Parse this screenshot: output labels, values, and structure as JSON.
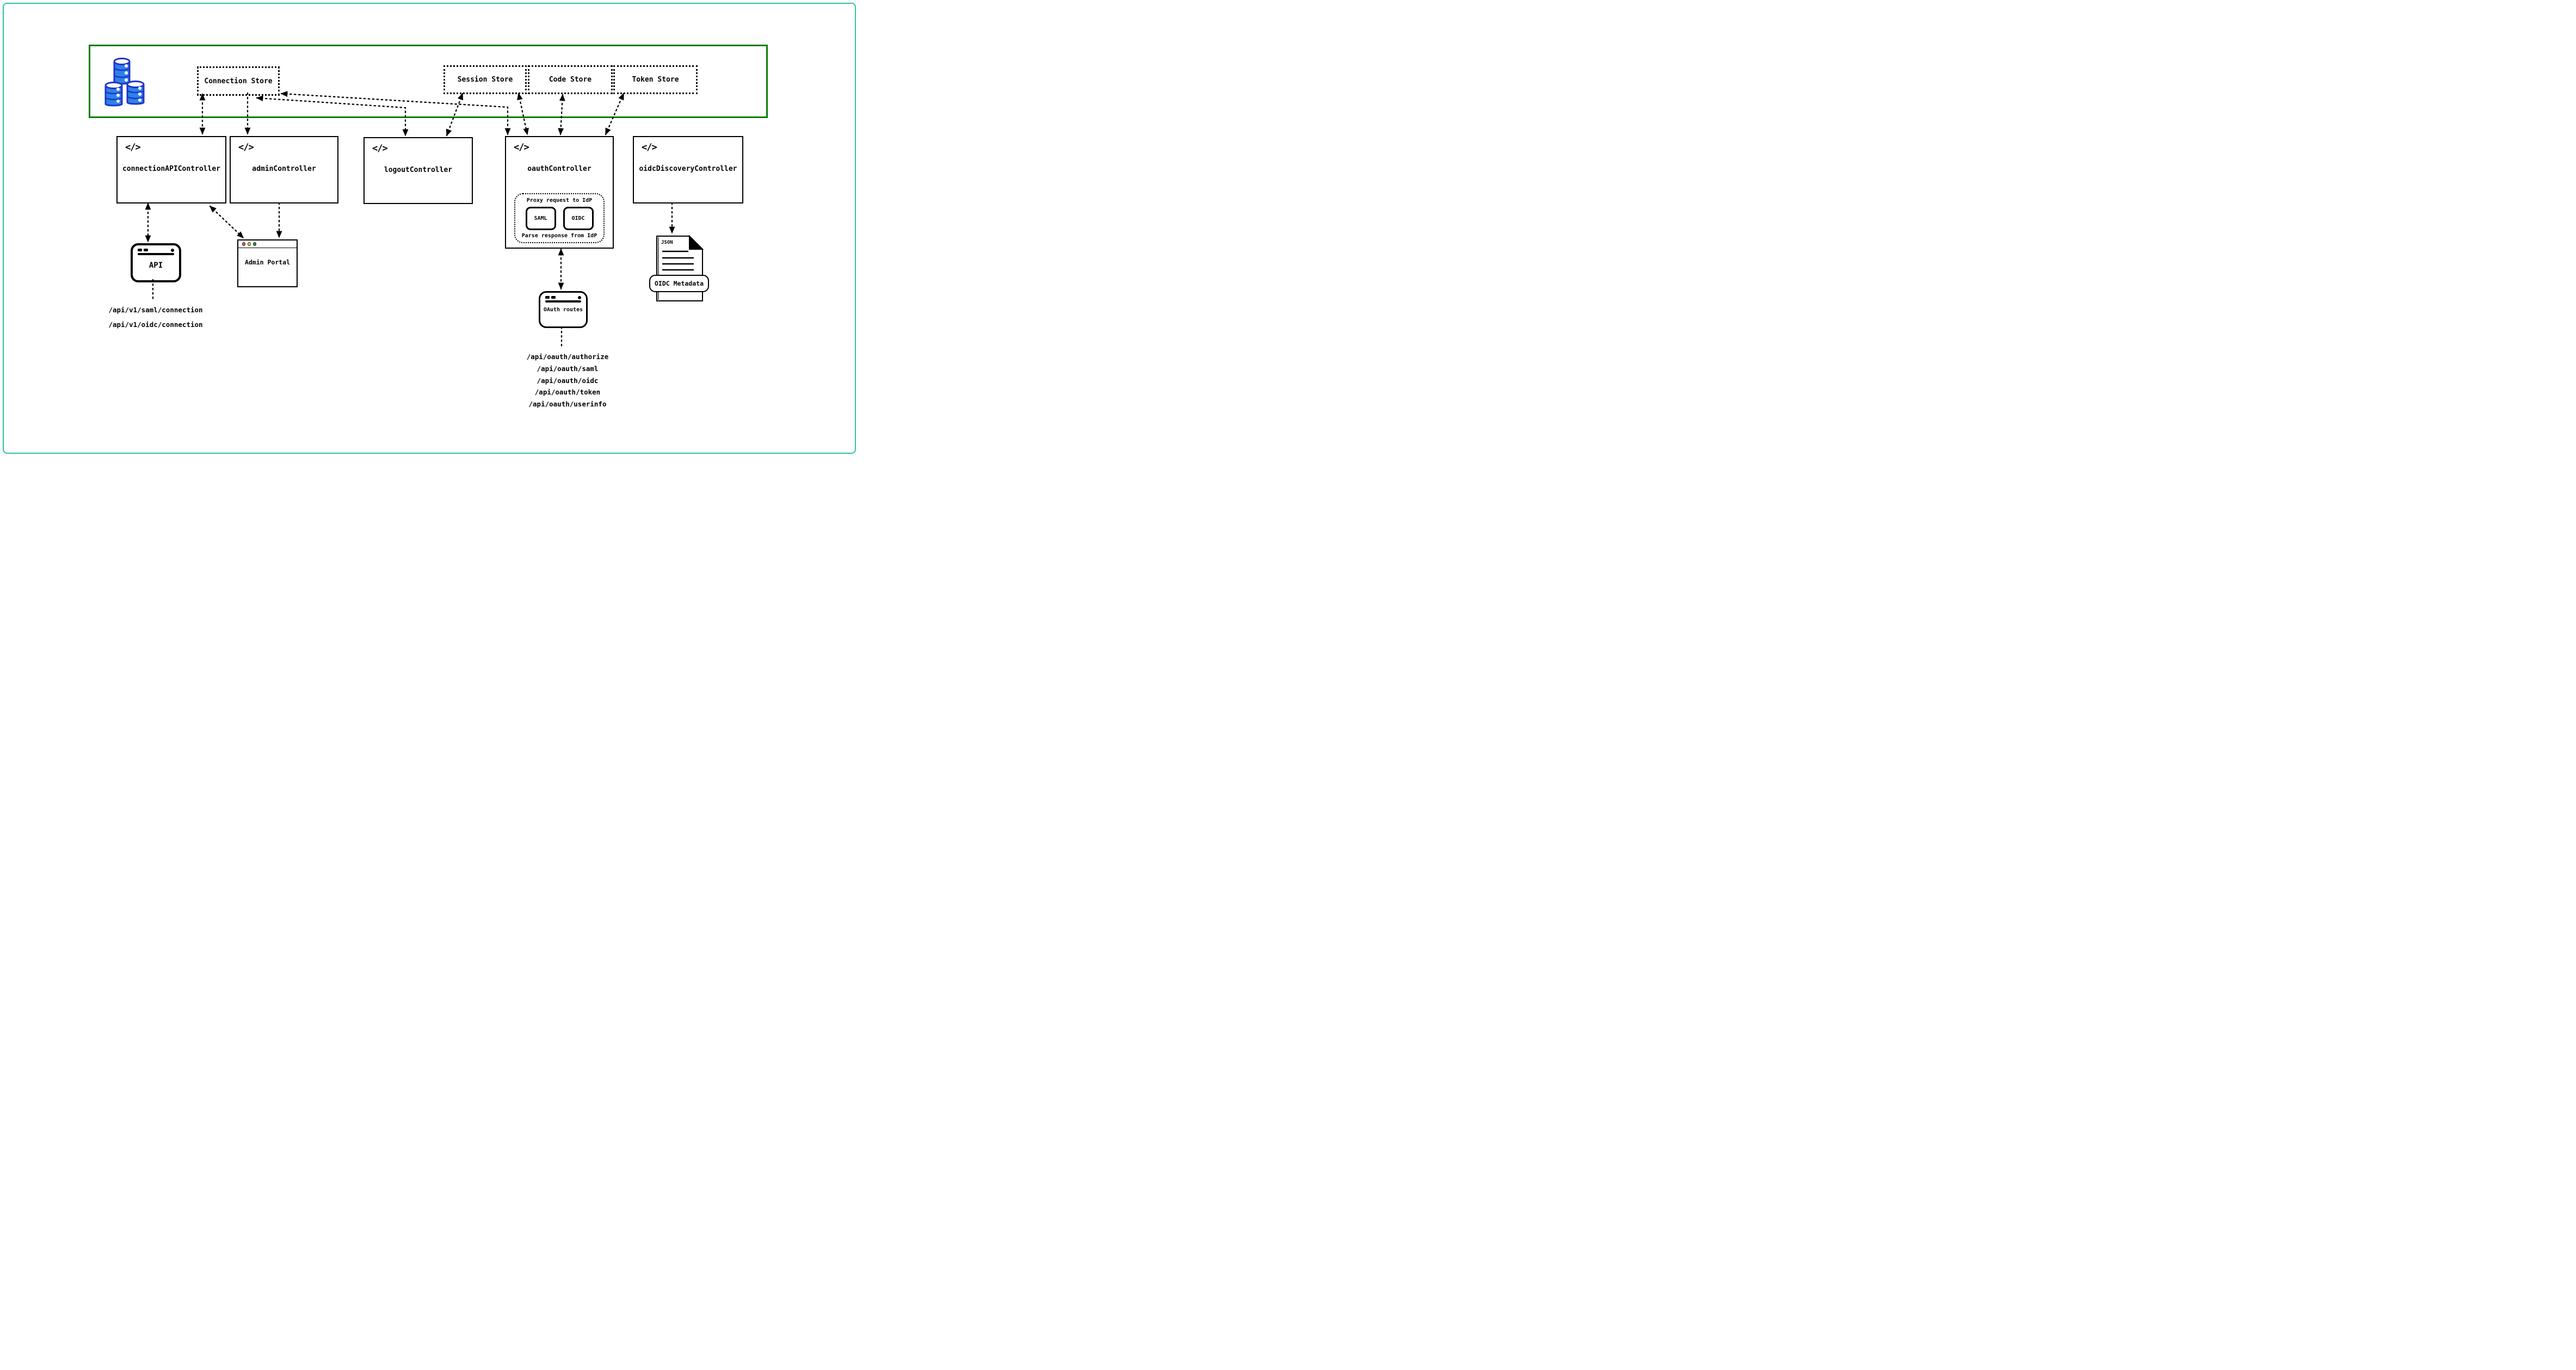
{
  "diagram": {
    "store_zone": {
      "stores": [
        {
          "id": "connection-store",
          "label": "Connection Store"
        },
        {
          "id": "session-store",
          "label": "Session Store"
        },
        {
          "id": "code-store",
          "label": "Code Store"
        },
        {
          "id": "token-store",
          "label": "Token Store"
        }
      ]
    },
    "controllers": [
      {
        "id": "connection-api-controller",
        "label": "connectionAPIController"
      },
      {
        "id": "admin-controller",
        "label": "adminController"
      },
      {
        "id": "logout-controller",
        "label": "logoutController"
      },
      {
        "id": "oauth-controller",
        "label": "oauthController"
      },
      {
        "id": "oidc-discovery-controller",
        "label": "oidcDiscoveryController"
      }
    ],
    "oauth_internals": {
      "proxy_label": "Proxy request to IdP",
      "parse_label": "Parse response from IdP",
      "protocols": [
        "SAML",
        "OIDC"
      ]
    },
    "api_node": {
      "label": "API",
      "routes": [
        "/api/v1/saml/connection",
        "/api/v1/oidc/connection"
      ]
    },
    "admin_portal": {
      "label": "Admin Portal"
    },
    "oauth_routes_node": {
      "label": "OAuth routes",
      "routes": [
        "/api/oauth/authorize",
        "/api/oauth/saml",
        "/api/oauth/oidc",
        "/api/oauth/token",
        "/api/oauth/userinfo"
      ]
    },
    "oidc_metadata": {
      "file_type": "JSON",
      "label": "OIDC Metadata"
    },
    "icons": {
      "code": "</>",
      "database": "database-icon"
    },
    "connections": [
      {
        "from": "connection-store",
        "to": "connection-api-controller",
        "bidirectional": true
      },
      {
        "from": "connection-store",
        "to": "admin-controller",
        "bidirectional": false
      },
      {
        "from": "logout-controller",
        "to": "connection-store",
        "bidirectional": true
      },
      {
        "from": "oauth-controller",
        "to": "connection-store",
        "bidirectional": true
      },
      {
        "from": "logout-controller",
        "to": "session-store",
        "bidirectional": true
      },
      {
        "from": "oauth-controller",
        "to": "session-store",
        "bidirectional": true
      },
      {
        "from": "oauth-controller",
        "to": "code-store",
        "bidirectional": true
      },
      {
        "from": "oauth-controller",
        "to": "token-store",
        "bidirectional": true
      },
      {
        "from": "connection-api-controller",
        "to": "api-node",
        "bidirectional": true
      },
      {
        "from": "connection-api-controller",
        "to": "admin-portal",
        "bidirectional": true
      },
      {
        "from": "admin-controller",
        "to": "admin-portal",
        "bidirectional": false
      },
      {
        "from": "oauth-controller",
        "to": "oauth-routes-node",
        "bidirectional": true
      },
      {
        "from": "oidc-discovery-controller",
        "to": "oidc-metadata",
        "bidirectional": false
      }
    ],
    "colors": {
      "page_border": "#2ebfa5",
      "store_zone_border": "#087c08",
      "database_fill": "#2d82e8",
      "database_stroke": "#2134c8",
      "arrow": "#000000",
      "window_dot_red": "#ee5450",
      "window_dot_yellow": "#f2ca50",
      "window_dot_green": "#199a35"
    }
  }
}
